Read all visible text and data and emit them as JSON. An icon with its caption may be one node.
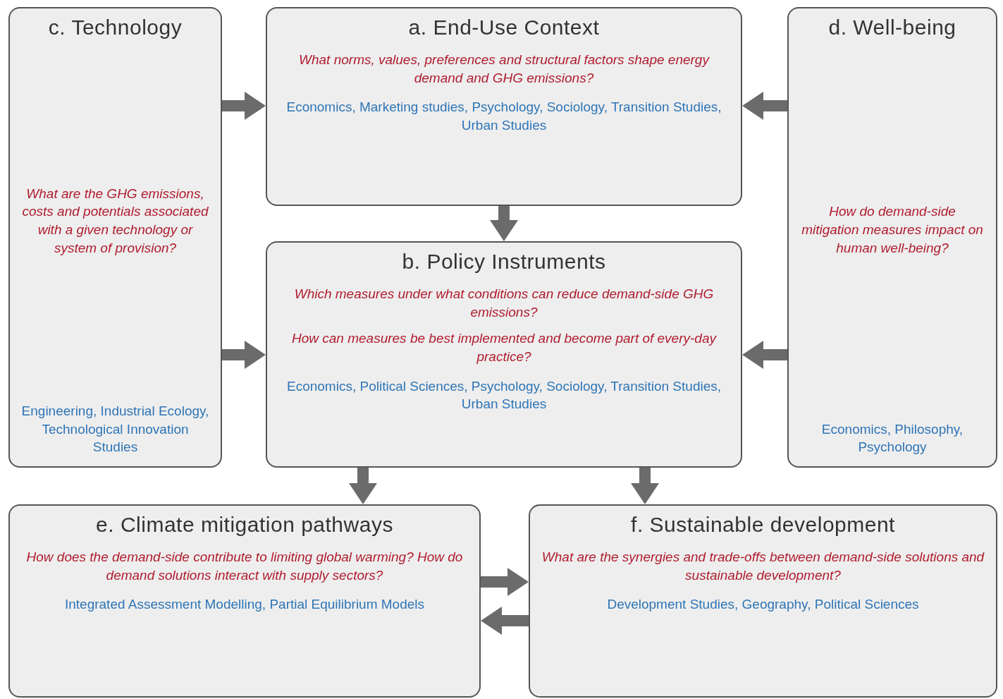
{
  "diagram": {
    "nodes": [
      {
        "text": [
          "c. Technology",
          "What are the GHG emissions, costs and potentials associated with a given technology or system of provision?",
          "Engineering, Industrial Ecology, Technological Innovation Studies"
        ]
      },
      {
        "text": [
          "a. End-Use Context",
          "What norms, values, preferences and structural factors shape energy demand and GHG emissions?",
          "Economics, Marketing studies, Psychology, Sociology, Transition Studies, Urban Studies"
        ]
      },
      {
        "text": [
          "d. Well-being",
          "How do demand-side mitigation measures impact on human well-being?",
          "Economics, Philosophy, Psychology"
        ]
      },
      {
        "text": [
          "b. Policy Instruments",
          "Which measures under what conditions can reduce demand-side GHG emissions?",
          "How can measures be best implemented and become part of every-day practice?",
          "Economics, Political Sciences, Psychology, Sociology, Transition Studies, Urban Studies"
        ]
      },
      {
        "text": [
          "e. Climate mitigation pathways",
          "How does the demand-side contribute to limiting global warming? How do demand solutions interact with supply sectors?",
          "Integrated Assessment Modelling, Partial Equilibrium Models"
        ]
      },
      {
        "text": [
          "f. Sustainable development",
          "What are the synergies and trade-offs between demand-side solutions and sustainable development?",
          "Development Studies, Geography, Political Sciences"
        ]
      }
    ],
    "edges": [
      {
        "from": 0,
        "to": 1,
        "arrow": "to"
      },
      {
        "from": 0,
        "to": 3,
        "arrow": "to"
      },
      {
        "from": 2,
        "to": 1,
        "arrow": "to"
      },
      {
        "from": 2,
        "to": 3,
        "arrow": "to"
      },
      {
        "from": 1,
        "to": 3,
        "arrow": "to"
      },
      {
        "from": 3,
        "to": 4,
        "arrow": "to"
      },
      {
        "from": 3,
        "to": 5,
        "arrow": "to"
      },
      {
        "from": 4,
        "to": 5,
        "arrow": "to"
      },
      {
        "from": 5,
        "to": 4,
        "arrow": "to"
      }
    ]
  }
}
